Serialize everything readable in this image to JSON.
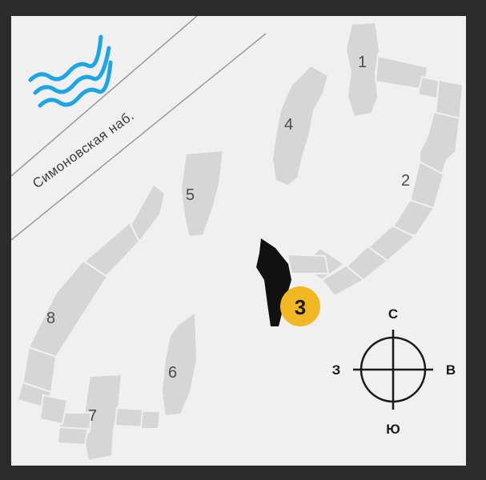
{
  "map": {
    "street_name": "Симоновская наб.",
    "water_icon": "water-waves-icon",
    "colors": {
      "background": "#f0f0f0",
      "building": "#d6d6d6",
      "building_selected": "#111111",
      "badge": "#f2b824",
      "water": "#1ea5e6"
    },
    "buildings": [
      {
        "label": "1"
      },
      {
        "label": "2"
      },
      {
        "label": "4"
      },
      {
        "label": "5"
      },
      {
        "label": "6"
      },
      {
        "label": "7"
      },
      {
        "label": "8"
      }
    ],
    "selected_building": {
      "label": "3"
    },
    "compass": {
      "north": "С",
      "south": "Ю",
      "west": "З",
      "east": "В"
    }
  }
}
